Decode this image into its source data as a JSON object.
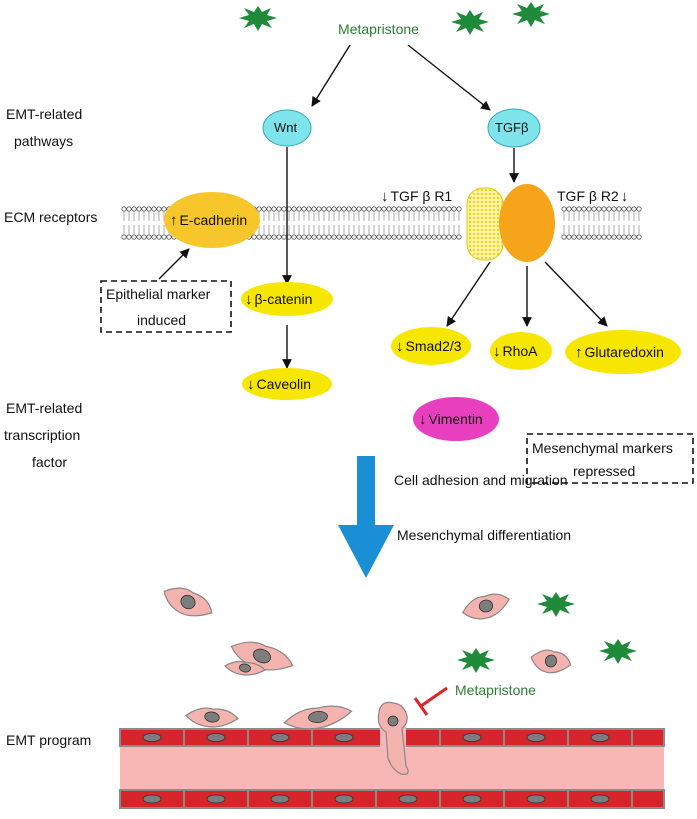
{
  "drug_top": "Metapristone",
  "drug_bottom": "Metapristone",
  "side_labels": {
    "emt_pathways": [
      "EMT-related",
      "pathways"
    ],
    "ecm_receptors": "ECM receptors",
    "emt_tf": [
      "EMT-related",
      "transcription",
      "factor"
    ],
    "emt_program": "EMT program"
  },
  "nodes": {
    "wnt": "Wnt",
    "tgfb": "TGFβ",
    "ecadherin": "E-cadherin",
    "bcatenin": "β-catenin",
    "caveolin": "Caveolin",
    "smad": "Smad2/3",
    "rhoa": "RhoA",
    "glutaredoxin": "Glutaredoxin",
    "vimentin": "Vimentin"
  },
  "regulation": {
    "ecadherin": "up",
    "bcatenin": "down",
    "caveolin": "down",
    "smad": "down",
    "rhoa": "down",
    "glutaredoxin": "up",
    "vimentin": "down",
    "tgfbr1": "down",
    "tgfbr2": "down"
  },
  "receptors": {
    "r1": "TGF β R1",
    "r2": "TGF β R2"
  },
  "boxes": {
    "epithelial": [
      "Epithelial marker",
      "induced"
    ],
    "mesenchymal": [
      "Mesenchymal markers",
      "repressed"
    ]
  },
  "outcome": [
    "Cell adhesion and migration",
    "Mesenchymal differentiation"
  ],
  "arrow_symbols": {
    "up": "↑",
    "down": "↓"
  },
  "colors": {
    "drug_green": "#2e7d32",
    "star_green": "#1f8a3a",
    "light_blue_node": "#7fe3ec",
    "yellow_node": "#f7e600",
    "orange_node": "#f6a51b",
    "magenta_node": "#e83fbf",
    "blue_arrow": "#1b8fd6",
    "vessel_red": "#d7232a",
    "vessel_lumen": "#f8b7b4",
    "inhibit_red": "#e02424"
  }
}
